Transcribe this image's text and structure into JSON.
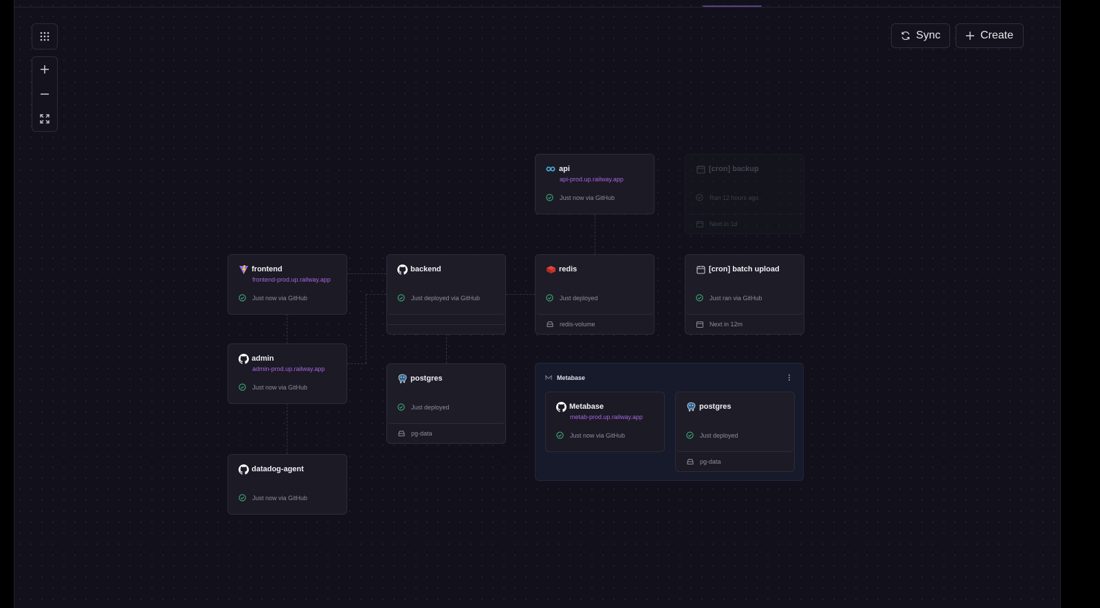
{
  "toolbar": {
    "sync_label": "Sync",
    "create_label": "Create"
  },
  "services": {
    "api": {
      "name": "api",
      "url": "api-prod.up.railway.app",
      "status": "Just now via GitHub"
    },
    "cron_backup": {
      "name": "[cron] backup",
      "status": "Ran 12 hours ago",
      "next": "Next in 1d"
    },
    "frontend": {
      "name": "frontend",
      "url": "frontend-prod.up.railway.app",
      "status": "Just now via GitHub"
    },
    "backend": {
      "name": "backend",
      "status": "Just deployed via GitHub"
    },
    "redis": {
      "name": "redis",
      "status": "Just deployed",
      "volume": "redis-volume"
    },
    "cron_batch": {
      "name": "[cron] batch upload",
      "status": "Just ran via GitHub",
      "next": "Next in 12m"
    },
    "admin": {
      "name": "admin",
      "url": "admin-prod.up.railway.app",
      "status": "Just now via GitHub"
    },
    "postgres": {
      "name": "postgres",
      "status": "Just deployed",
      "volume": "pg-data"
    },
    "datadog": {
      "name": "datadog-agent",
      "status": "Just now via GitHub"
    }
  },
  "metabase_group": {
    "title": "Metabase",
    "metabase": {
      "name": "Metabase",
      "url": "metab-prod.up.railway.app",
      "status": "Just now via GitHub"
    },
    "postgres": {
      "name": "postgres",
      "status": "Just deployed",
      "volume": "pg-data"
    }
  },
  "colors": {
    "background": "#12111b",
    "card": "#1b1a25",
    "url": "#a866dd",
    "status_ok": "#3fae7a",
    "group": "#161a2a"
  }
}
